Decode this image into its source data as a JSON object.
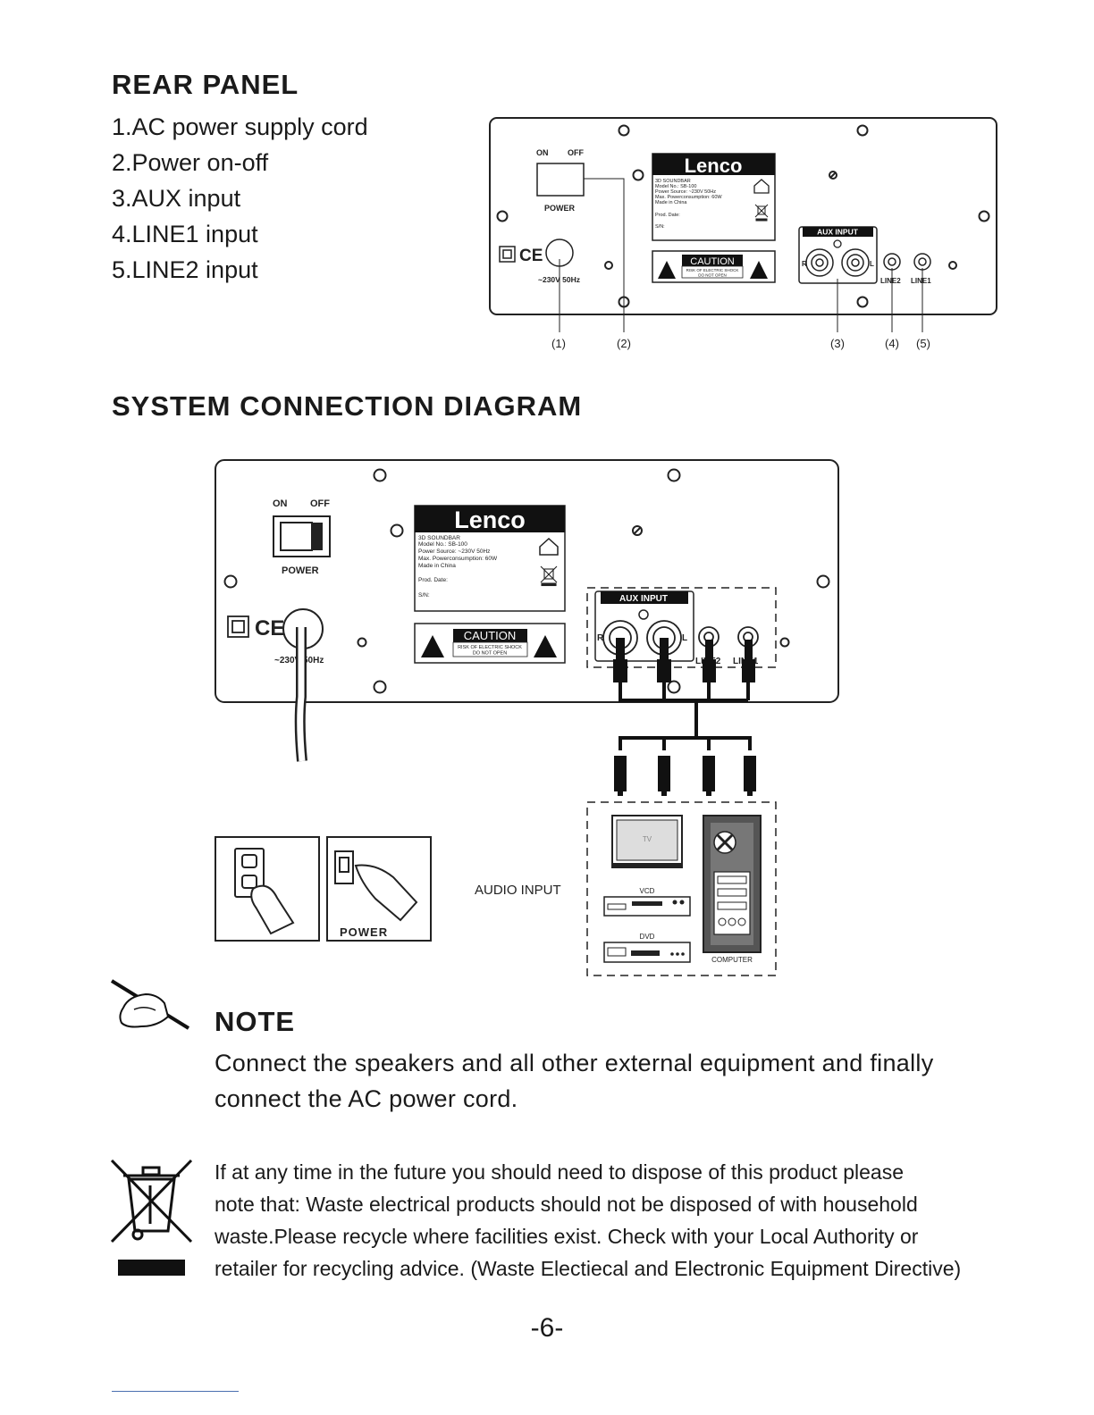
{
  "rear_panel": {
    "heading": "REAR PANEL",
    "items": [
      "1.AC power supply cord",
      "2.Power on-off",
      "3.AUX input",
      "4.LINE1 input",
      "5.LINE2 input"
    ],
    "switch_on": "ON",
    "switch_off": "OFF",
    "power_label": "POWER",
    "voltage_label": "~230V 50Hz",
    "aux_label": "AUX INPUT",
    "right_label": "R",
    "left_label": "L",
    "line2_label": "LINE2",
    "line1_label": "LINE1",
    "callouts": [
      "(1)",
      "(2)",
      "(3)",
      "(4)",
      "(5)"
    ]
  },
  "label_card": {
    "brand": "Lenco",
    "lines": [
      "3D SOUNDBAR",
      "Model No.: SB-100",
      "Power Source: ~230V 50Hz",
      "Max. Powerconsumption: 60W",
      "Made in China"
    ],
    "prod_date": "Prod. Date:",
    "sn": "S/N:"
  },
  "caution": {
    "title": "CAUTION",
    "line1": "RISK OF ELECTRIC SHOCK",
    "line2": "DO NOT OPEN"
  },
  "system_diagram": {
    "heading": "SYSTEM CONNECTION DIAGRAM",
    "power_label": "POWER",
    "audio_input_label": "AUDIO INPUT",
    "devices": {
      "tv": "TV",
      "vcd": "VCD",
      "dvd": "DVD",
      "computer": "COMPUTER"
    }
  },
  "note": {
    "heading": "NOTE",
    "text_line1": "Connect the speakers and all other external equipment and finally",
    "text_line2": "connect the AC power cord."
  },
  "weee": {
    "line1": "If at any time in the future you should need to dispose of this product please",
    "line2": "note that: Waste electrical products should not be disposed of with household",
    "line3": "waste.Please recycle where facilities exist. Check with your Local Authority or",
    "line4": "retailer for recycling advice. (Waste Electiecal and Electronic Equipment Directive)"
  },
  "page_number": "-6-"
}
